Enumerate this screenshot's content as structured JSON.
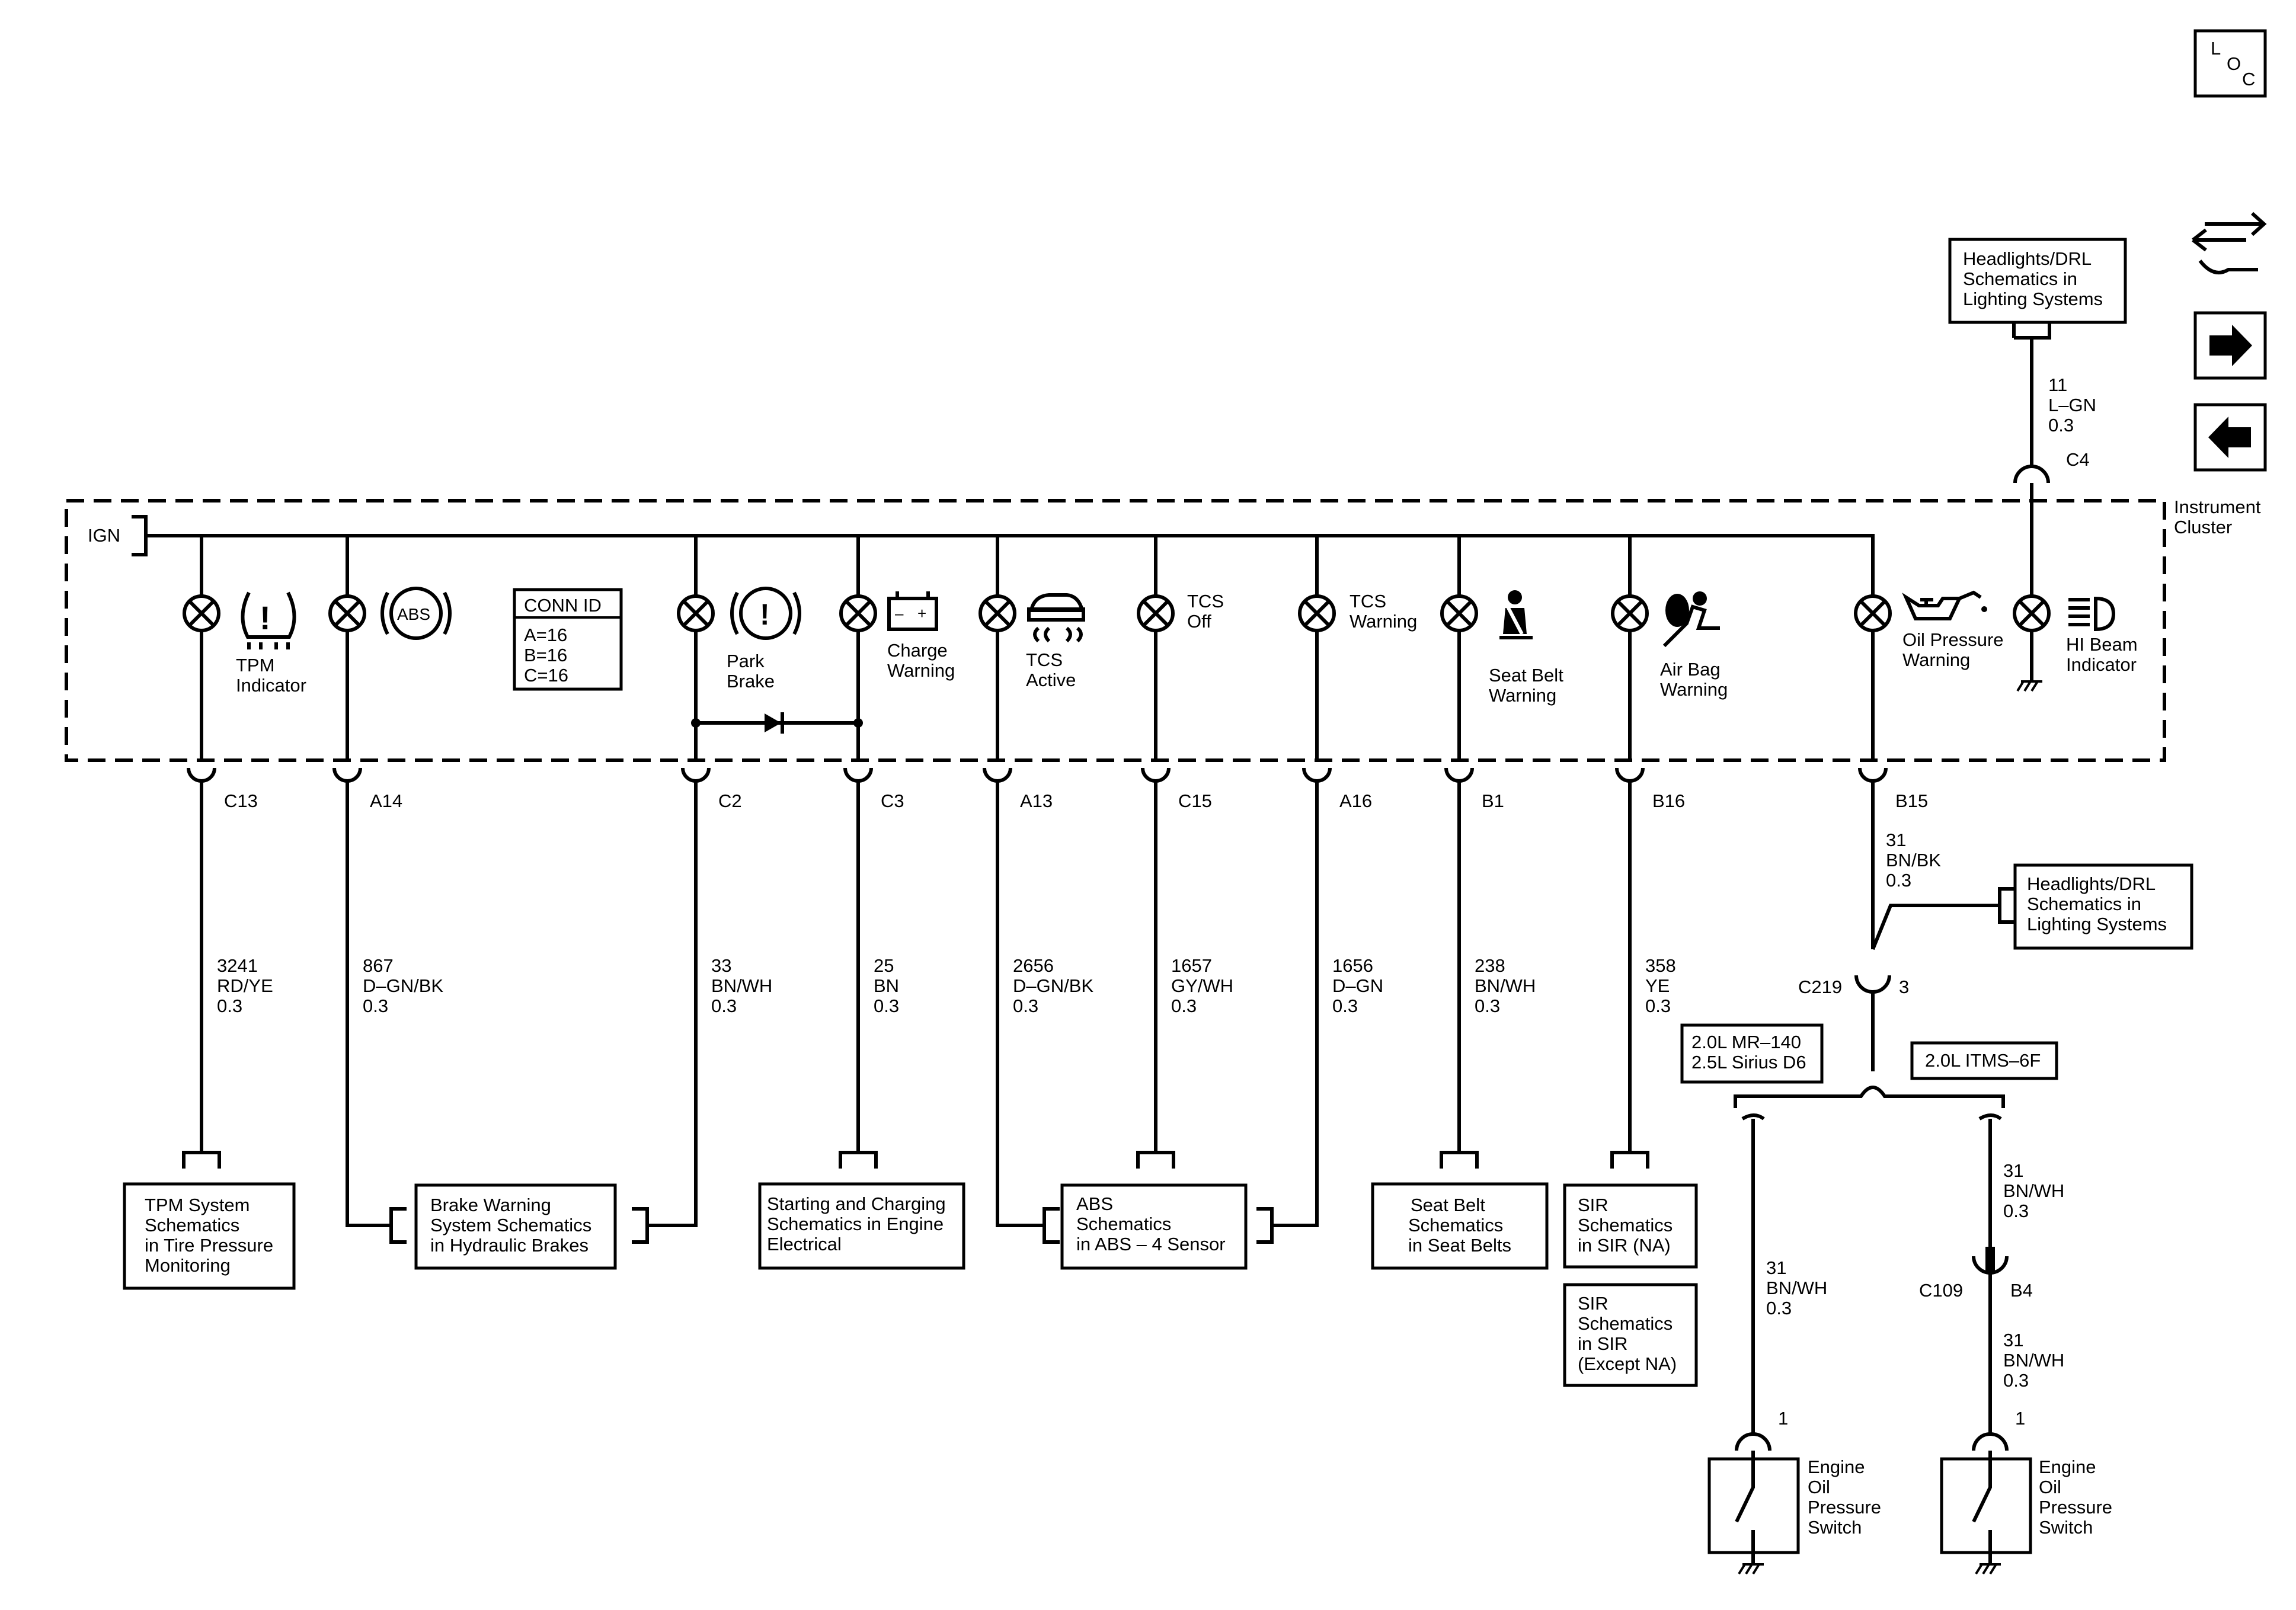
{
  "loc_button": {
    "l": "L",
    "o": "O",
    "c": "C"
  },
  "nav": {
    "swap_icon": "swap-arrows-icon",
    "next_icon": "arrow-right-icon",
    "prev_icon": "arrow-left-icon"
  },
  "module": {
    "name_line1": "Instrument",
    "name_line2": "Cluster",
    "ign_label": "IGN"
  },
  "conn_id": {
    "title": "CONN ID",
    "lines": [
      "A=16",
      "B=16",
      "C=16"
    ]
  },
  "indicators": {
    "tpm": {
      "icon": "tpm-icon",
      "label": [
        "TPM",
        "Indicator"
      ]
    },
    "abs": {
      "icon": "abs-icon",
      "text": "ABS"
    },
    "park_brake": {
      "icon": "park-brake-icon",
      "label": [
        "Park",
        "Brake"
      ],
      "mark": "!"
    },
    "charge": {
      "icon": "battery-icon",
      "label": [
        "Charge",
        "Warning"
      ],
      "minus": "–",
      "plus": "+"
    },
    "tcs_active": {
      "icon": "tcs-skid-icon",
      "label": [
        "TCS",
        "Active"
      ]
    },
    "tcs_off": {
      "label": [
        "TCS",
        "Off"
      ]
    },
    "tcs_warning": {
      "label": [
        "TCS",
        "Warning"
      ]
    },
    "seat_belt": {
      "icon": "seat-belt-icon",
      "label": [
        "Seat Belt",
        "Warning"
      ]
    },
    "air_bag": {
      "icon": "air-bag-icon",
      "label": [
        "Air Bag",
        "Warning"
      ]
    },
    "oil": {
      "icon": "oil-can-icon",
      "label": [
        "Oil Pressure",
        "Warning"
      ]
    },
    "hi_beam": {
      "icon": "hi-beam-icon",
      "label": [
        "HI Beam",
        "Indicator"
      ]
    }
  },
  "pins": {
    "tpm": "C13",
    "abs": "A14",
    "park": "C2",
    "charge": "C3",
    "tcs_active": "A13",
    "tcs_off": "C15",
    "tcs_warning": "A16",
    "seat_belt": "B1",
    "air_bag": "B16",
    "oil": "B15"
  },
  "circuits": {
    "tpm": [
      "3241",
      "RD/YE",
      "0.3"
    ],
    "abs": [
      "867",
      "D–GN/BK",
      "0.3"
    ],
    "park": [
      "33",
      "BN/WH",
      "0.3"
    ],
    "charge": [
      "25",
      "BN",
      "0.3"
    ],
    "tcs_active": [
      "2656",
      "D–GN/BK",
      "0.3"
    ],
    "tcs_off": [
      "1657",
      "GY/WH",
      "0.3"
    ],
    "tcs_warning": [
      "1656",
      "D–GN",
      "0.3"
    ],
    "seat_belt": [
      "238",
      "BN/WH",
      "0.3"
    ],
    "air_bag": [
      "358",
      "YE",
      "0.3"
    ],
    "oil_b15": [
      "31",
      "BN/BK",
      "0.3"
    ],
    "hi_beam": [
      "11",
      "L–GN",
      "0.3"
    ],
    "left_branch": [
      "31",
      "BN/WH",
      "0.3"
    ],
    "right_upper": [
      "31",
      "BN/WH",
      "0.3"
    ],
    "right_lower": [
      "31",
      "BN/WH",
      "0.3"
    ]
  },
  "connectors": {
    "c4": "C4",
    "c219": "C219",
    "c219_pin": "3",
    "c109": "C109",
    "c109_pin": "B4",
    "switch_left_pin": "1",
    "switch_right_pin": "1"
  },
  "references": {
    "headlights_top": [
      "Headlights/DRL",
      "Schematics in",
      "Lighting Systems"
    ],
    "headlights_mid": [
      "Headlights/DRL",
      "Schematics in",
      "Lighting Systems"
    ],
    "tpm": [
      "TPM System",
      "Schematics",
      "in Tire Pressure",
      "Monitoring"
    ],
    "brake": [
      "Brake Warning",
      "System Schematics",
      "in Hydraulic Brakes"
    ],
    "charging": [
      "Starting and Charging",
      "Schematics in Engine",
      "Electrical"
    ],
    "abs": [
      "ABS",
      "Schematics",
      "in ABS – 4 Sensor"
    ],
    "seat_belt": [
      "Seat Belt",
      "Schematics",
      "in Seat Belts"
    ],
    "sir_na": [
      "SIR",
      "Schematics",
      "in SIR (NA)"
    ],
    "sir_except": [
      "SIR",
      "Schematics",
      "in SIR",
      "(Except NA)"
    ]
  },
  "options": {
    "left": [
      "2.0L MR–140",
      "2.5L Sirius D6"
    ],
    "right": [
      "2.0L ITMS–6F"
    ]
  },
  "switches": {
    "left": [
      "Engine",
      "Oil",
      "Pressure",
      "Switch"
    ],
    "right": [
      "Engine",
      "Oil",
      "Pressure",
      "Switch"
    ]
  }
}
